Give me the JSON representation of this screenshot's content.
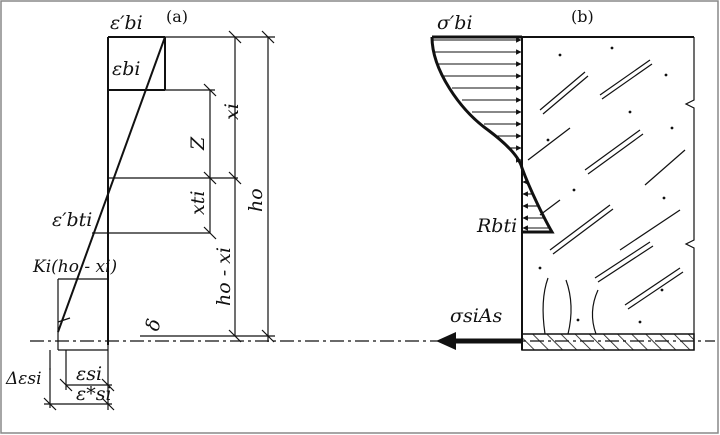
{
  "panels": {
    "a": "(a)",
    "b": "(b)"
  },
  "panel_a": {
    "eps_bi_prime": "ε′bi",
    "eps_bi": "εbi",
    "x_i": "xi",
    "Z": "Z",
    "h_o": "ho",
    "x_ti": "xti",
    "eps_bti_prime": "ε′bti",
    "K_term": "Ki(ho - xi)",
    "h_o_minus_x_i": "ho - xi",
    "delta": "δ",
    "delta_eps_si": "Δεsi",
    "eps_si": "εsi",
    "eps_si_star": "ε*si"
  },
  "panel_b": {
    "sigma_bi_prime": "σ′bi",
    "R_bti": "Rbti",
    "sigma_si_As": "σsiAs"
  },
  "colors": {
    "ink": "#111111",
    "background": "#ffffff"
  }
}
